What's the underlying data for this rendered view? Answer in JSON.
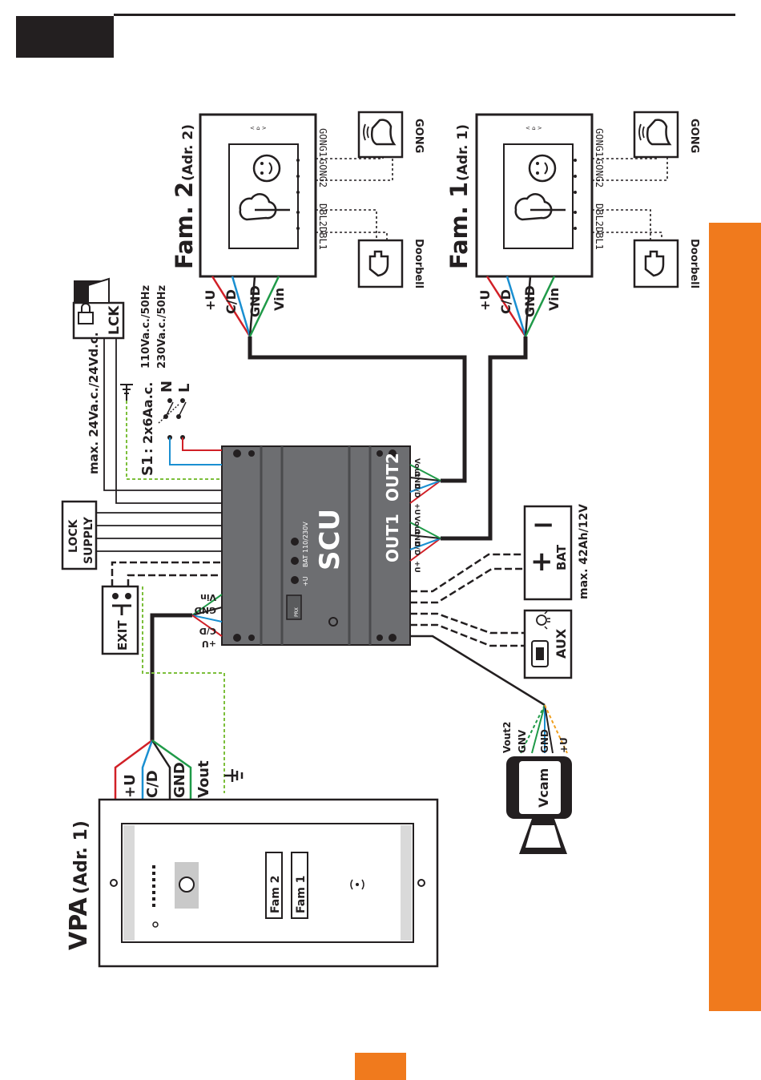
{
  "colors": {
    "accent": "#f07a1d",
    "dark": "#231f20",
    "red": "#d12027",
    "blue": "#1a8fd1",
    "green": "#1f9a48",
    "yellow_green": "#7cbf3b",
    "orange": "#f0a020",
    "device": "#6d6e71"
  },
  "page": {
    "page_number": ""
  },
  "scu": {
    "label": "SCU",
    "out1": "OUT1",
    "out2": "OUT2",
    "indicator_u": "+U",
    "indicator_bat": "BAT",
    "indicator_mains": "110/230V",
    "prx": "PRX"
  },
  "wires": {
    "plus_u": "+U",
    "cd": "C/D",
    "gnd": "GND",
    "vin": "Vin",
    "vout": "Vout",
    "gnv": "GNV",
    "vout2": "Vout2"
  },
  "monitor1": {
    "title": "Fam. 1",
    "address": "(Adr. 1)",
    "doorbell": "Doorbell",
    "gong": "GONG",
    "dbl1": "DBL1",
    "dbl2": "DBL2",
    "gong1": "GONG1",
    "gong2": "GONG2"
  },
  "monitor2": {
    "title": "Fam. 2",
    "address": "(Adr. 2)",
    "doorbell": "Doorbell",
    "gong": "GONG",
    "dbl1": "DBL1",
    "dbl2": "DBL2",
    "gong1": "GONG1",
    "gong2": "GONG2"
  },
  "vpa": {
    "title": "VPA",
    "address": "(Adr. 1)",
    "button1": "Fam 1",
    "button2": "Fam 2"
  },
  "lock": {
    "label": "LCK",
    "max": "max. 24Va.c./24Vd.c.",
    "supply_line1": "LOCK",
    "supply_line2": "SUPPLY"
  },
  "mains": {
    "switch": "S1",
    "switch_rating": ": 2x6Aa.c.",
    "n": "N",
    "l": "L",
    "v110": "110Va.c./50Hz",
    "v230": "230Va.c./50Hz"
  },
  "exit": {
    "label": "EXIT"
  },
  "battery": {
    "label": "BAT",
    "plus": "+",
    "minus": "−",
    "max": "max. 42Ah/12V"
  },
  "aux": {
    "label": "AUX"
  },
  "vcam": {
    "label": "Vcam"
  },
  "icons": [
    "smiley-icon",
    "cloud-icon",
    "bell-icon",
    "hand-press-icon",
    "padlock-icon",
    "lightbulb-icon",
    "key-icon",
    "ground-icon",
    "earth-icon",
    "rfid-icon",
    "camera-icon"
  ]
}
